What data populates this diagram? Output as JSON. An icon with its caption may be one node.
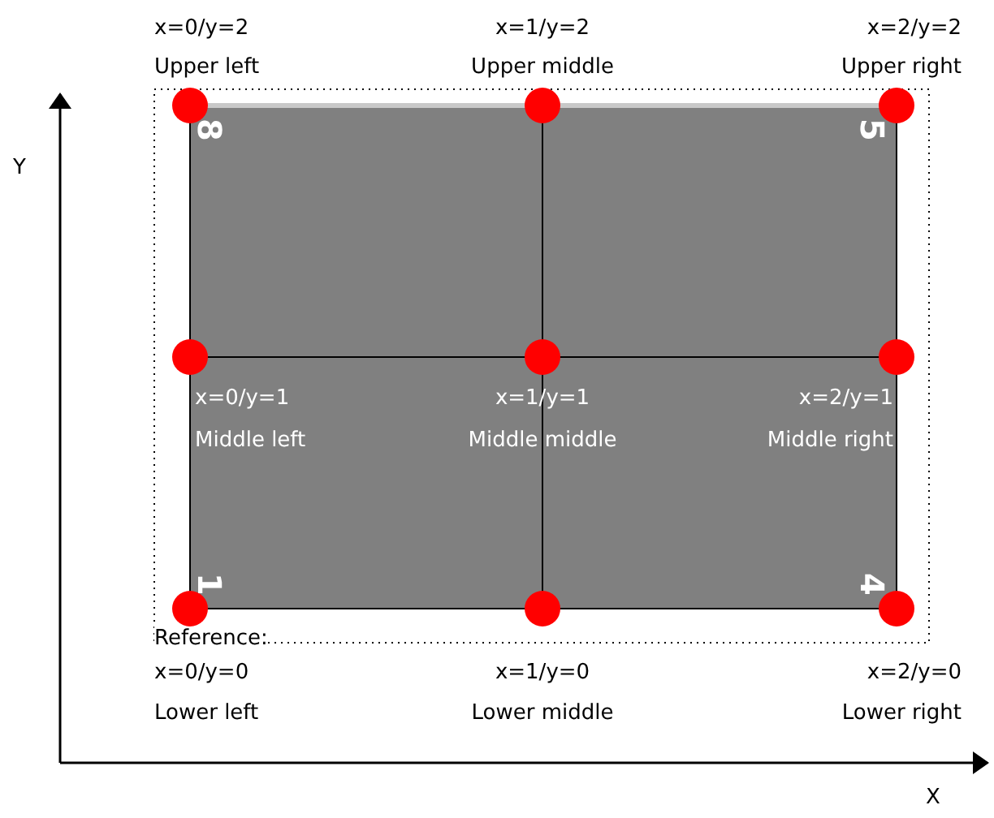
{
  "diagram": {
    "nodes": [
      {
        "text": [
          "x=0/y=2",
          "Upper left"
        ]
      },
      {
        "text": [
          "x=1/y=2",
          "Upper middle"
        ]
      },
      {
        "text": [
          "x=2/y=2",
          "Upper right"
        ]
      },
      {
        "text": [
          "x=0/y=1",
          "Middle left"
        ]
      },
      {
        "text": [
          "x=1/y=1",
          "Middle middle"
        ]
      },
      {
        "text": [
          "x=2/y=1",
          "Middle right"
        ]
      },
      {
        "text": [
          "Reference:",
          "x=0/y=0",
          "Lower left"
        ]
      },
      {
        "text": [
          "x=1/y=0",
          "Lower middle"
        ]
      },
      {
        "text": [
          "x=2/y=0",
          "Lower right"
        ]
      }
    ],
    "labels": [
      "8",
      "5",
      "Y",
      "1",
      "4",
      "X"
    ]
  }
}
